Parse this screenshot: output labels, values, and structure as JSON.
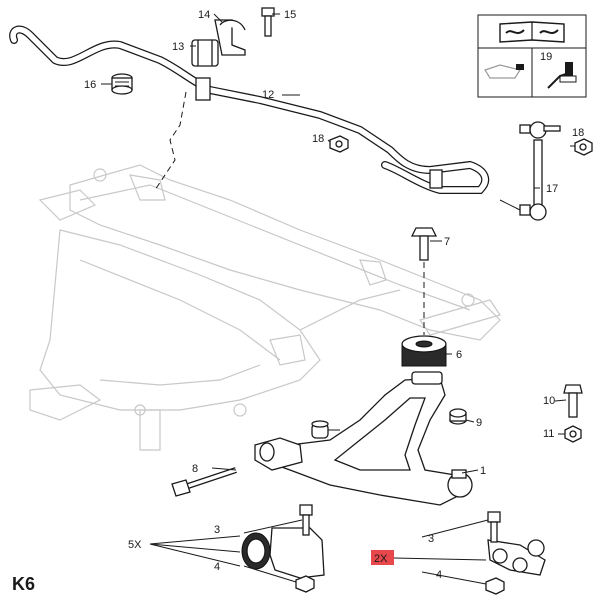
{
  "diagram": {
    "page_code": "K6",
    "quantity_label": "2X",
    "quantity_label_left": "5X",
    "highlight_color": "#e8474c",
    "callouts": [
      "1",
      "3",
      "3",
      "4",
      "4",
      "6",
      "7",
      "8",
      "9",
      "10",
      "11",
      "12",
      "13",
      "14",
      "15",
      "16",
      "17",
      "18",
      "18",
      "19"
    ],
    "info_panel": {
      "top_icon": "manual-book-icon",
      "bottom_icon": "link-rod-tool-icon",
      "bottom_number": "19"
    }
  }
}
